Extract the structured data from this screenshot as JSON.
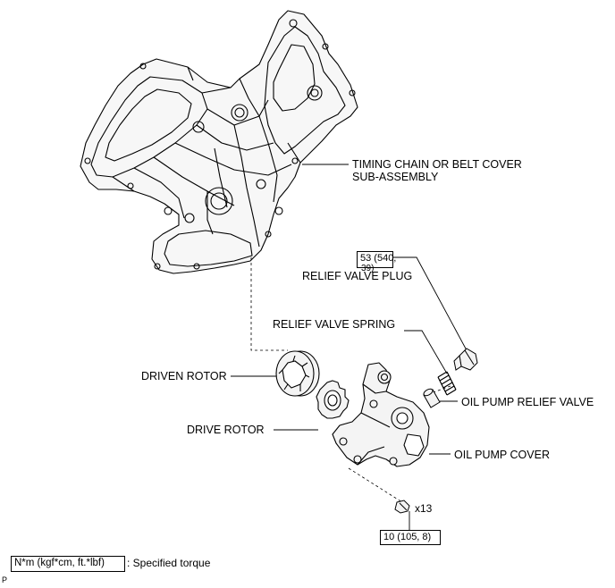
{
  "labels": {
    "timing_cover_line1": "TIMING CHAIN OR BELT COVER",
    "timing_cover_line2": "SUB-ASSEMBLY",
    "relief_valve_plug": "RELIEF VALVE PLUG",
    "relief_valve_spring": "RELIEF VALVE SPRING",
    "oil_pump_relief_valve": "OIL PUMP RELIEF VALVE",
    "driven_rotor": "DRIVEN ROTOR",
    "drive_rotor": "DRIVE ROTOR",
    "oil_pump_cover": "OIL PUMP COVER",
    "bolt_count": "x13"
  },
  "torque": {
    "plug_line1": "53 (540,",
    "plug_line2": "39)",
    "bolts": "10 (105, 8)"
  },
  "legend": {
    "unit_box": "N*m (kgf*cm, ft.*lbf)",
    "description": ": Specified torque"
  },
  "corner_mark": "P"
}
